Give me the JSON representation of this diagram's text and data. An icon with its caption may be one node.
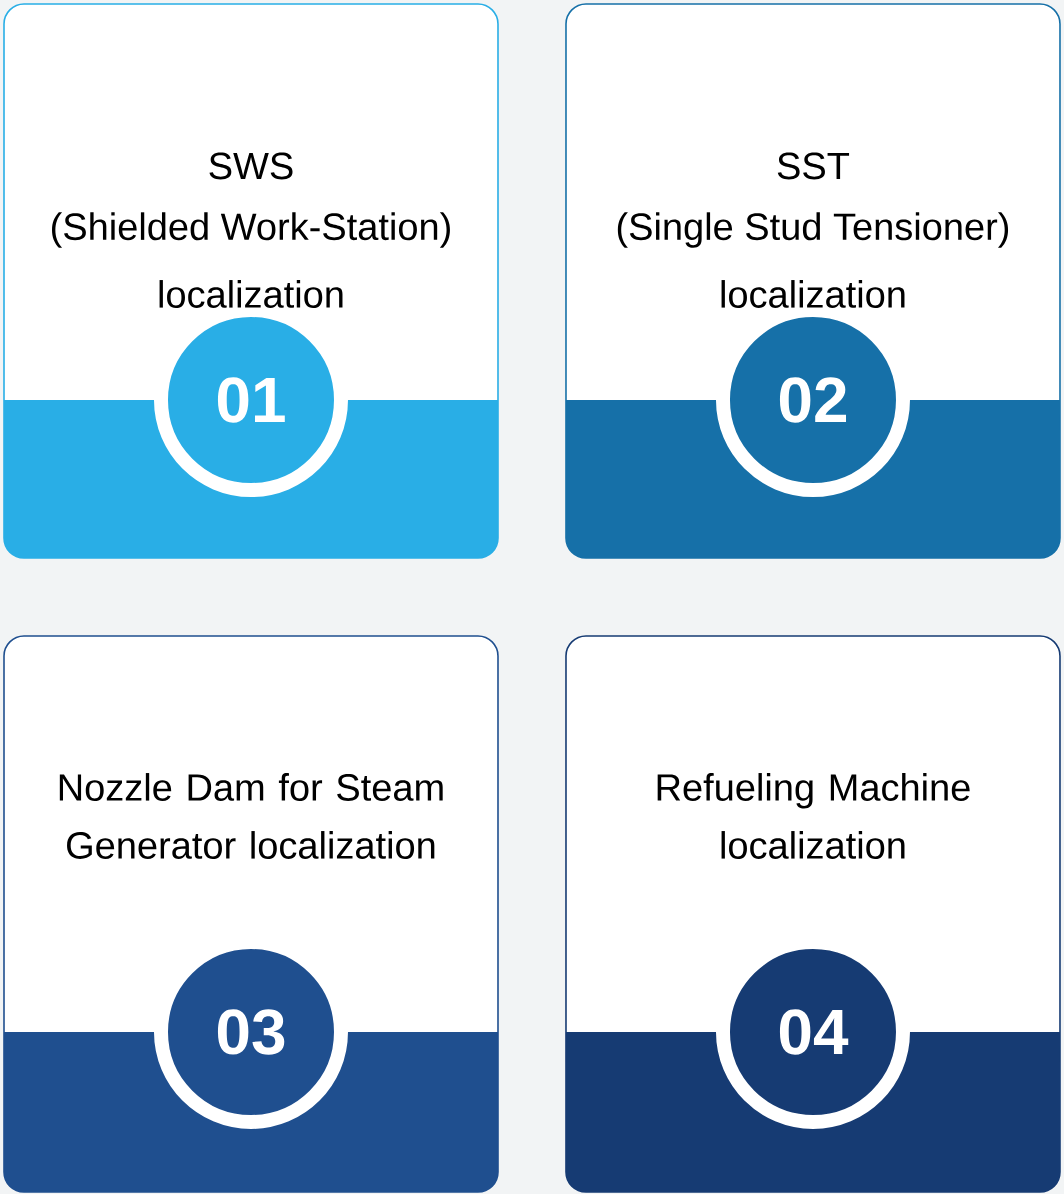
{
  "diagram": {
    "nodes": [
      {
        "text": [
          "SWS",
          "(Shielded Work-Station)",
          "localization"
        ]
      },
      {
        "text": [
          "01"
        ],
        "in": 0
      },
      {
        "text": [
          "SST",
          "(Single Stud Tensioner)",
          "localization"
        ]
      },
      {
        "text": [
          "02"
        ],
        "in": 2
      },
      {
        "text": [
          "Nozzle Dam for Steam Generator localization"
        ]
      },
      {
        "text": [
          "03"
        ],
        "in": 4
      },
      {
        "text": [
          "Refueling Machine localization"
        ]
      },
      {
        "text": [
          "04"
        ],
        "in": 6
      }
    ]
  }
}
